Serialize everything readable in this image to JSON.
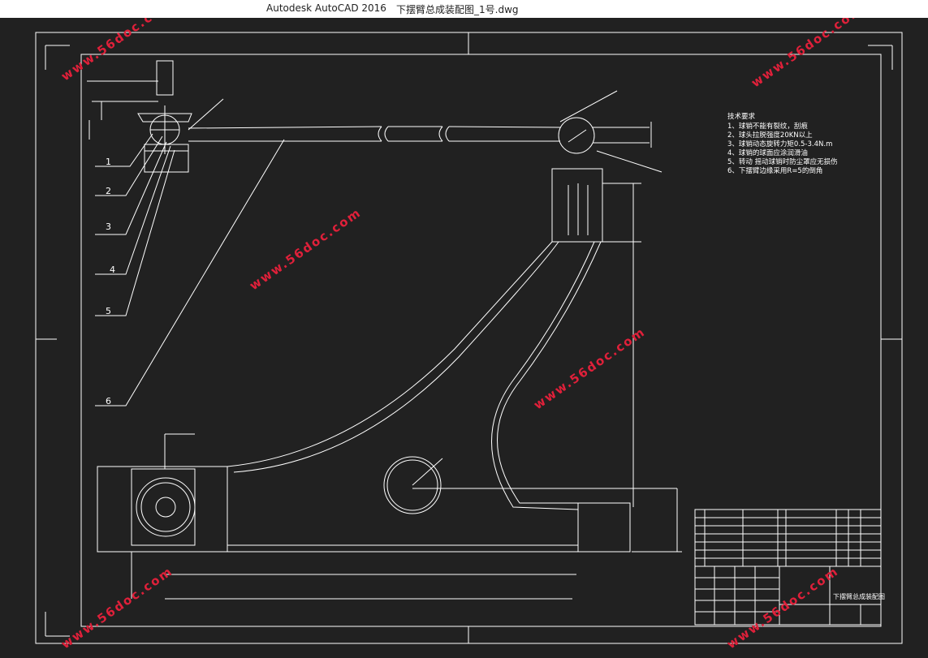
{
  "window": {
    "app_title": "Autodesk AutoCAD 2016",
    "file_name": "下摆臂总成装配图_1号.dwg"
  },
  "drawing": {
    "tech_title": "技术要求",
    "tech_requirements": [
      "1、球销不能有裂纹，刮痕",
      "2、球头拉脱强度20KN以上",
      "3、球销动态旋转力矩0.5-3.4N.m",
      "4、球销的球面应涂润滑油",
      "5、转动 摇动球销时防尘罩应无损伤",
      "6、下摆臂边缘采用R=5的倒角"
    ],
    "part_callouts": [
      "1",
      "2",
      "3",
      "4",
      "5",
      "6"
    ],
    "title_block_name": "下摆臂总成装配图"
  },
  "watermark": {
    "text": "www.56doc.com",
    "color": "#e0203a"
  },
  "colors": {
    "background": "#212121",
    "lines": "#ffffff",
    "titlebar": "#ffffff"
  }
}
